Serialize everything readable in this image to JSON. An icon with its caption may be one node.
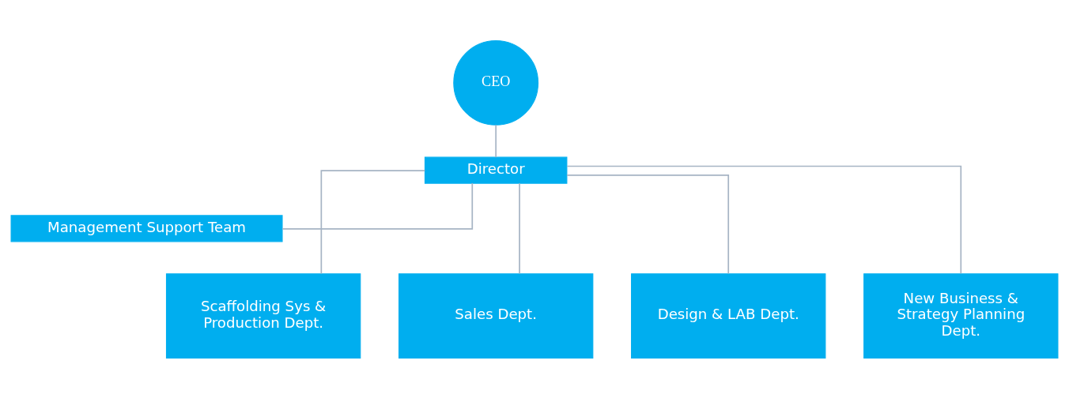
{
  "diagram": {
    "nodes": [
      {
        "text": [
          "CEO"
        ]
      },
      {
        "text": [
          "Director"
        ]
      },
      {
        "text": [
          "Management Support Team"
        ]
      },
      {
        "text": [
          "Scaffolding Sys & Production Dept."
        ]
      },
      {
        "text": [
          "Sales Dept."
        ]
      },
      {
        "text": [
          "Design & LAB Dept."
        ]
      },
      {
        "text": [
          "New Business & Strategy Planning Dept."
        ]
      }
    ],
    "edges": [
      {
        "from": 0,
        "to": 1,
        "arrow": "none",
        "color": "#a6b4c4"
      },
      {
        "from": 1,
        "to": 2,
        "arrow": "none",
        "color": "#a6b4c4"
      },
      {
        "from": 1,
        "to": 3,
        "arrow": "none",
        "color": "#a6b4c4"
      },
      {
        "from": 1,
        "to": 4,
        "arrow": "none",
        "color": "#a6b4c4"
      },
      {
        "from": 1,
        "to": 5,
        "arrow": "none",
        "color": "#a6b4c4"
      },
      {
        "from": 1,
        "to": 6,
        "arrow": "none",
        "color": "#a6b4c4"
      }
    ]
  }
}
